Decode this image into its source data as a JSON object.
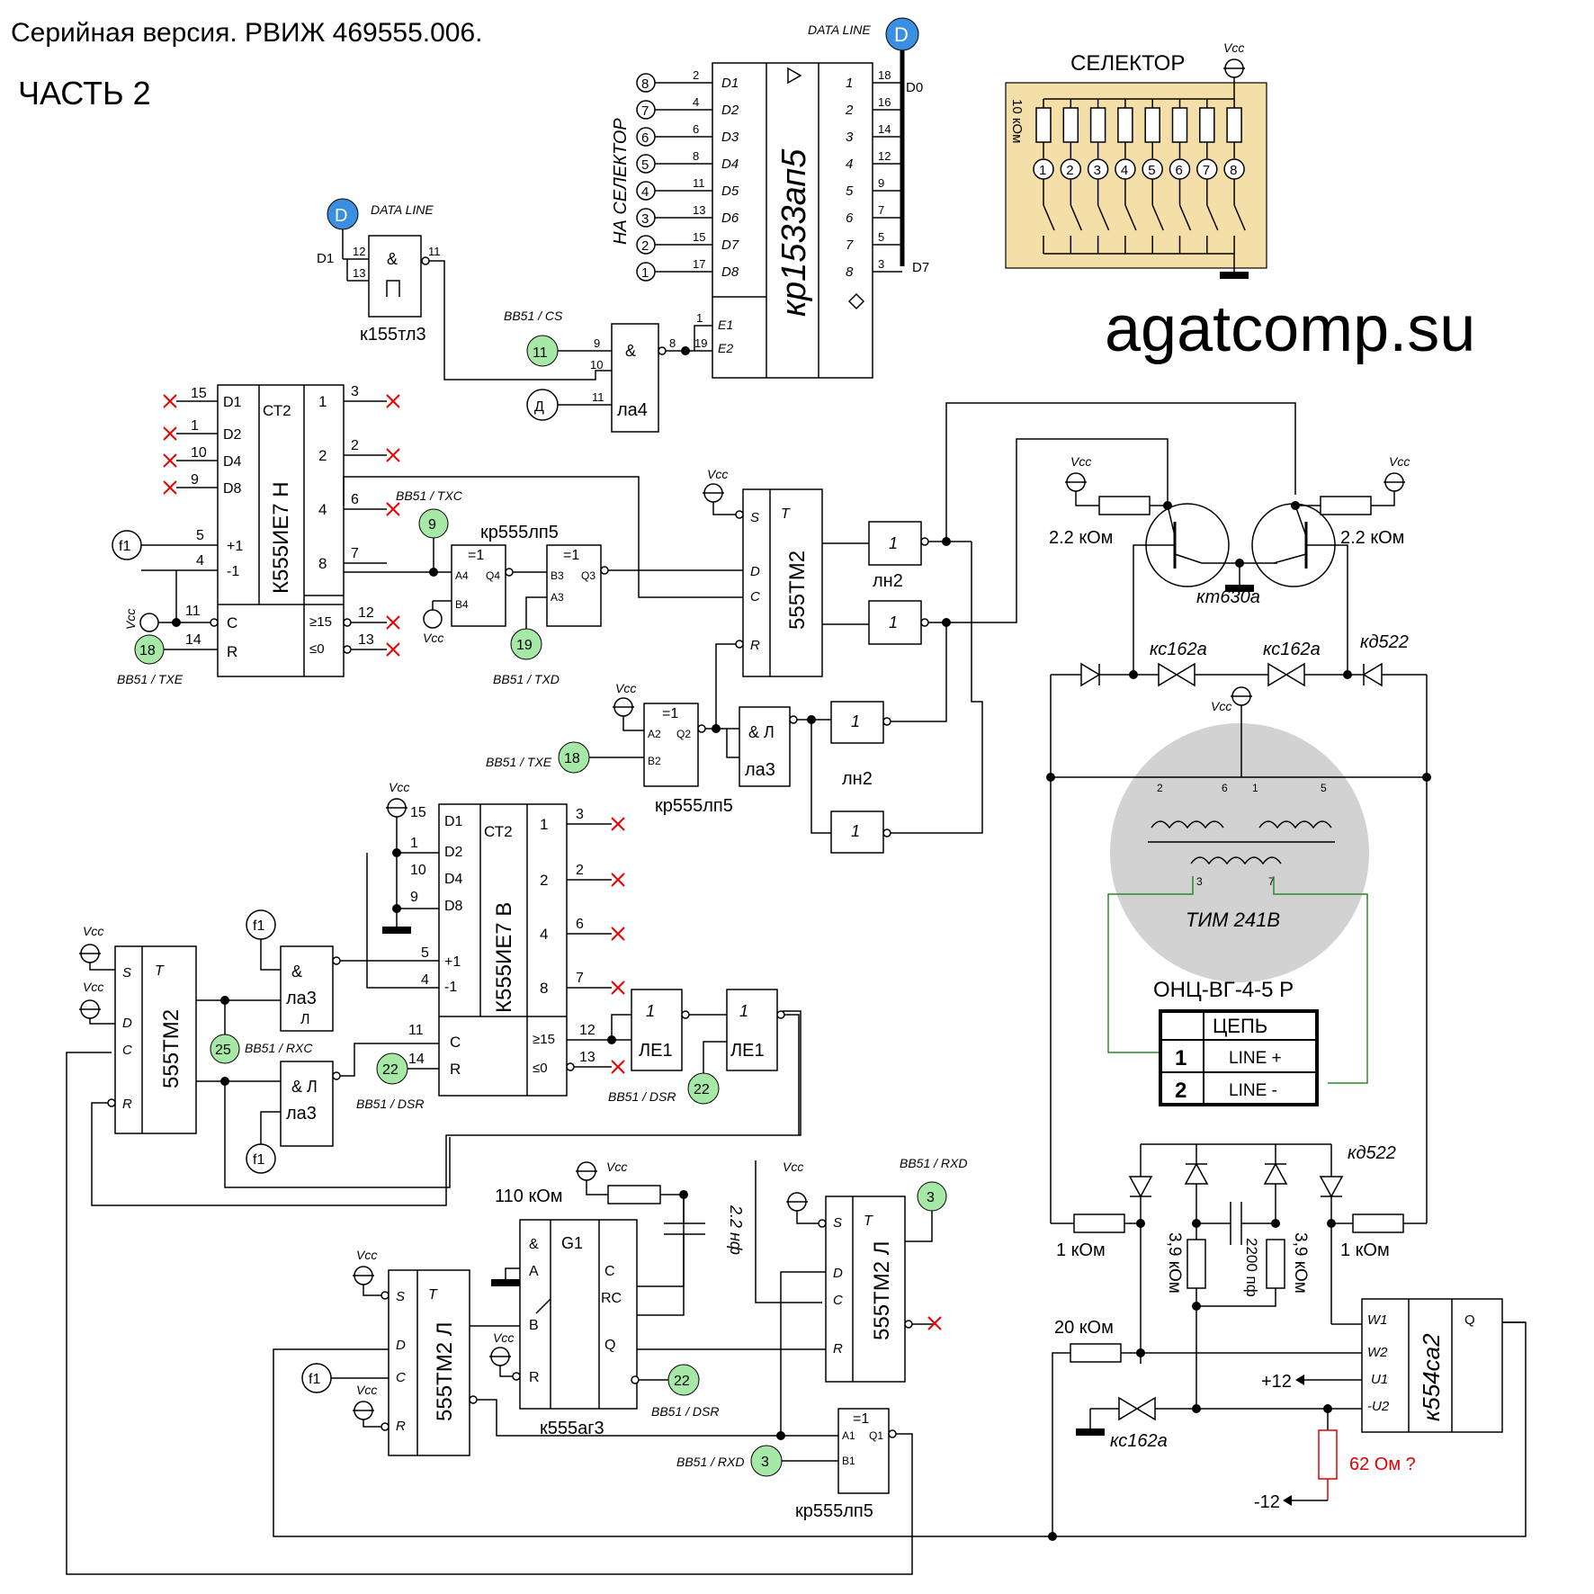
{
  "header": {
    "title": "Серийная версия. РВИЖ 469555.006.",
    "part": "ЧАСТЬ 2",
    "site": "agatcomp.su"
  },
  "colors": {
    "selector_bg": "#f5dfa8",
    "connector_green": "#a6e8a6",
    "connector_blue": "#3a8fe0",
    "transformer_gray": "#d2d2d2",
    "warning_red": "#e00000"
  },
  "labels": {
    "data_line": "DATA LINE",
    "d_marker": "D",
    "na_selektor": "НА СЕЛЕКТОР",
    "selektor": "СЕЛЕКТОР",
    "vcc": "Vcc",
    "r10k": "10 кОм",
    "r22k": "2.2 кОм",
    "r110k": "110 кОм",
    "c22nf": "2.2 нф",
    "r1k": "1 кОм",
    "r39k": "3,9 кОм",
    "c2200": "2200 пф",
    "r20k": "20 кОм",
    "r62": "62 Ом ?",
    "plus12": "+12",
    "minus12": "-12",
    "f1": "f1",
    "d_cyr": "Д",
    "d1": "D1",
    "d0": "D0",
    "d7": "D7"
  },
  "chips": {
    "kr1533ap5": "кр1533ап5",
    "k155tl3": "к155тл3",
    "la4": "ла4",
    "ie7": "К555ИЕ7 Н",
    "ie7b": "К555ИЕ7 В",
    "ct2": "СТ2",
    "lp5": "кр555лп5",
    "tm2": "555ТМ2",
    "tm2l": "555ТМ2 Л",
    "ln2": "лн2",
    "la3": "ла3",
    "le1": "ЛЕ1",
    "ag3": "к555аг3",
    "g1": "G1",
    "sa2": "к554са2",
    "kt630a": "кт630а",
    "ks162a": "кс162а",
    "kd522": "кд522",
    "tim": "ТИМ 241В"
  },
  "signals": {
    "cs": "BB51 / CS",
    "txc": "BB51 / TXC",
    "txd": "BB51 / TXD",
    "txe": "BB51 / TXE",
    "rxc": "BB51 / RXC",
    "dsr": "BB51 / DSR",
    "rxd": "BB51 / RXD"
  },
  "connector": {
    "title": "ОНЦ-ВГ-4-5 Р",
    "header": "ЦЕПЬ",
    "rows": [
      {
        "n": "1",
        "name": "LINE +"
      },
      {
        "n": "2",
        "name": "LINE -"
      }
    ]
  }
}
